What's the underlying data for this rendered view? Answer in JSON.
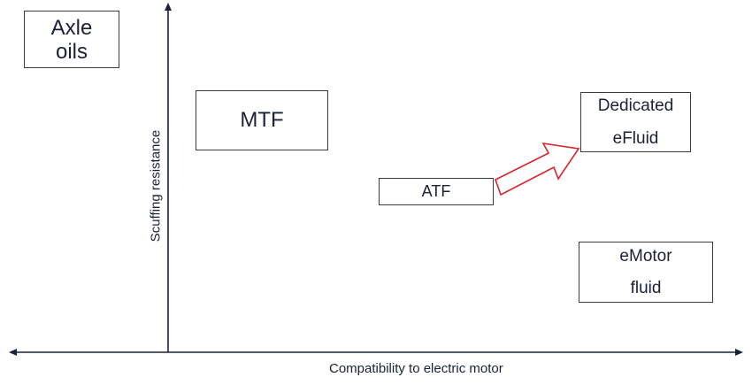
{
  "axes": {
    "x_label": "Compatibility to electric motor",
    "y_label": "Scuffing resistance"
  },
  "boxes": {
    "axle_oils": {
      "line1": "Axle",
      "line2": "oils"
    },
    "mtf": {
      "label": "MTF"
    },
    "atf": {
      "label": "ATF"
    },
    "dedicated_efluid": {
      "line1": "Dedicated",
      "line2": "eFluid"
    },
    "emotor_fluid": {
      "line1": "eMotor",
      "line2": "fluid"
    }
  },
  "arrow": {
    "from": "ATF",
    "to": "Dedicated eFluid"
  },
  "colors": {
    "axis": "#1a2238",
    "box_border": "#3c3c3c",
    "text": "#1a2238",
    "arrow_outline": "#d9262c"
  }
}
